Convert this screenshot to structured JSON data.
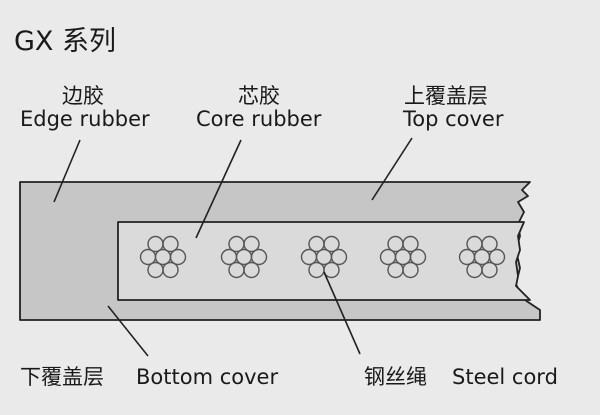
{
  "title": "GX 系列",
  "labels": {
    "edge": {
      "zh": "边胶",
      "en": "Edge rubber"
    },
    "core": {
      "zh": "芯胶",
      "en": "Core rubber"
    },
    "top": {
      "zh": "上覆盖层",
      "en": "Top cover"
    },
    "bottom": {
      "zh": "下覆盖层",
      "en": "Bottom cover"
    },
    "cord": {
      "zh": "钢丝绳",
      "en": "Steel cord"
    }
  },
  "colors": {
    "background": "#eaeaea",
    "belt_fill": "#c6c6c6",
    "core_fill": "#dadada",
    "outline": "#222222",
    "strand": "#555555"
  }
}
